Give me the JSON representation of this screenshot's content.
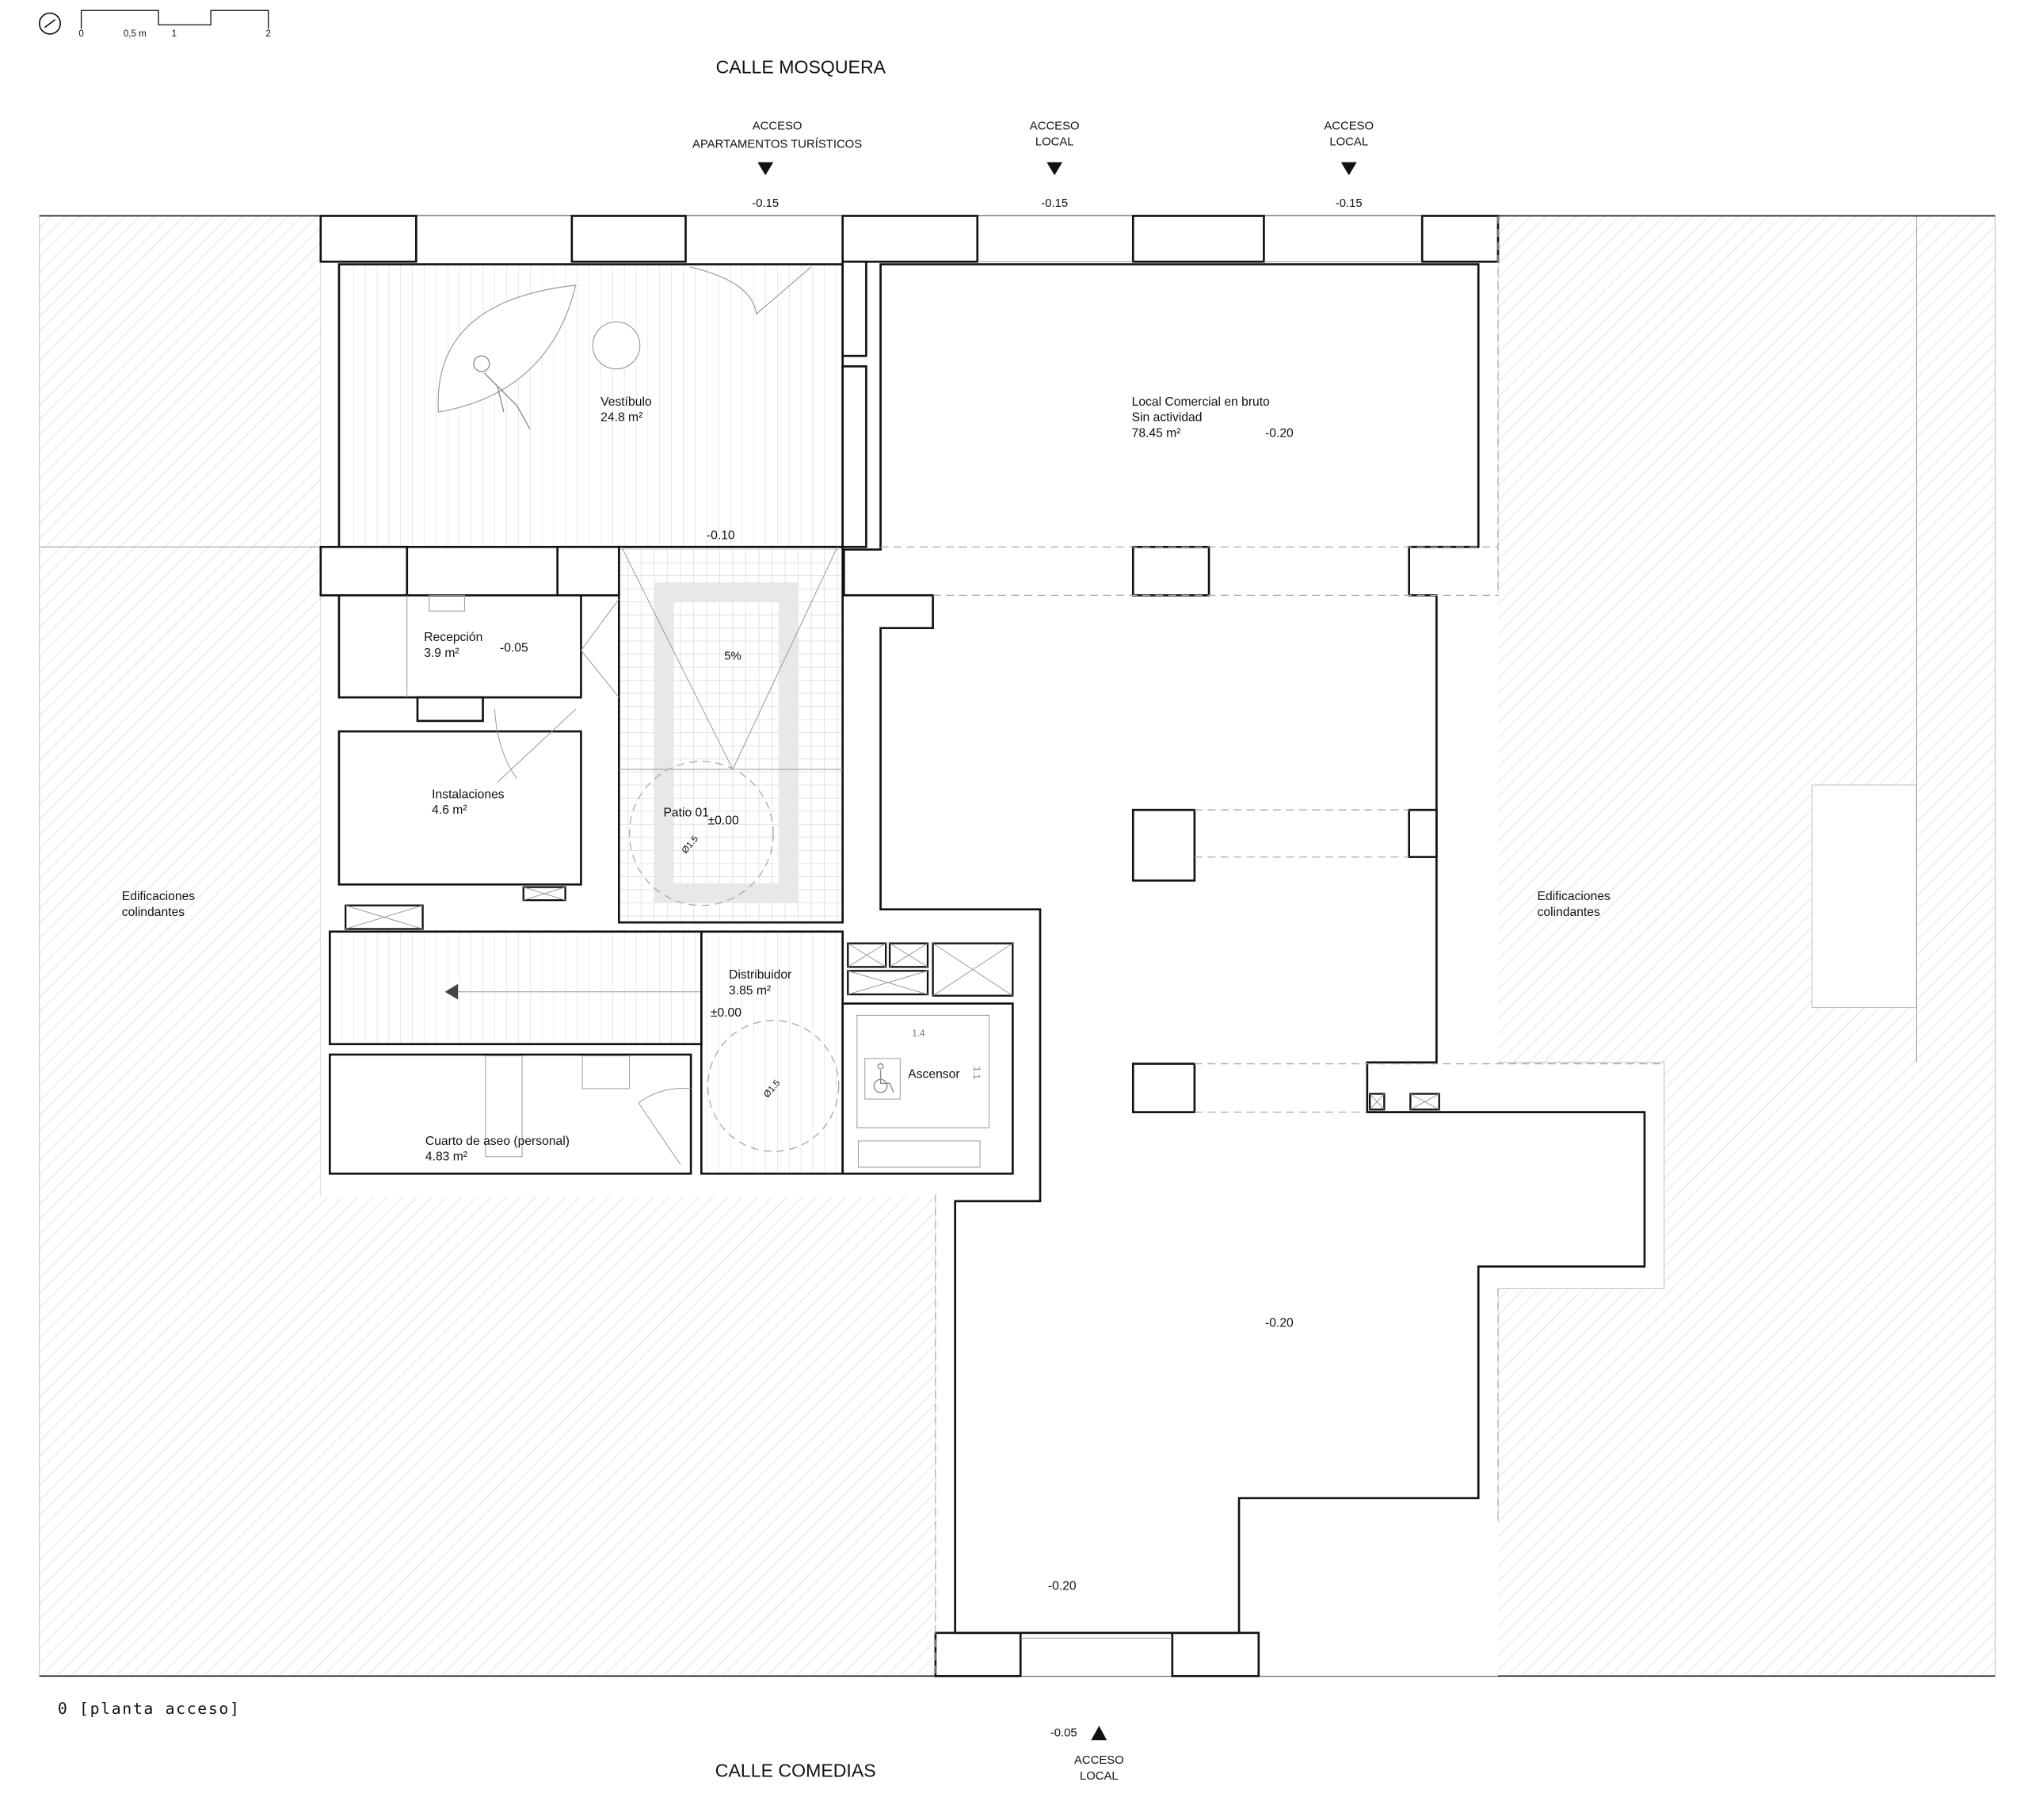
{
  "scale_bar": {
    "ticks": [
      "0",
      "0,5 m",
      "1",
      "2"
    ]
  },
  "streets": {
    "top": "CALLE MOSQUERA",
    "bottom": "CALLE COMEDIAS"
  },
  "accesses": [
    {
      "line1": "ACCESO",
      "line2": "APARTAMENTOS TURÍSTICOS",
      "level": "-0.15"
    },
    {
      "line1": "ACCESO",
      "line2": "LOCAL",
      "level": "-0.15"
    },
    {
      "line1": "ACCESO",
      "line2": "LOCAL",
      "level": "-0.15"
    },
    {
      "line1": "ACCESO",
      "line2": "LOCAL",
      "level": "-0.05"
    }
  ],
  "rooms": {
    "vestibulo": {
      "name": "Vestíbulo",
      "area": "24.8 m²"
    },
    "local": {
      "name": "Local Comercial en bruto",
      "note": "Sin actividad",
      "area": "78.45 m²",
      "level": "-0.20"
    },
    "recepcion": {
      "name": "Recepción",
      "area": "3.9 m²",
      "level": "-0.05"
    },
    "instalaciones": {
      "name": "Instalaciones",
      "area": "4.6 m²"
    },
    "patio": {
      "name": "Patio 01",
      "level": "±0.00",
      "slope": "5%",
      "turn": "Ø1.5"
    },
    "distribuidor": {
      "name": "Distribuidor",
      "area": "3.85 m²",
      "level": "±0.00",
      "turn": "Ø1.5"
    },
    "ascensor": {
      "name": "Ascensor",
      "width": "1.4",
      "depth": "1.1"
    },
    "aseo": {
      "name": "Cuarto de aseo (personal)",
      "area": "4.83 m²"
    }
  },
  "levels": {
    "vestibulo_stair": "-0.10",
    "local_mid": "-0.20",
    "local_bottom": "-0.20"
  },
  "neighbors": {
    "left": [
      "Edificaciones",
      "colindantes"
    ],
    "right": [
      "Edificaciones",
      "colindantes"
    ]
  },
  "plan_title": "0 [planta acceso]"
}
